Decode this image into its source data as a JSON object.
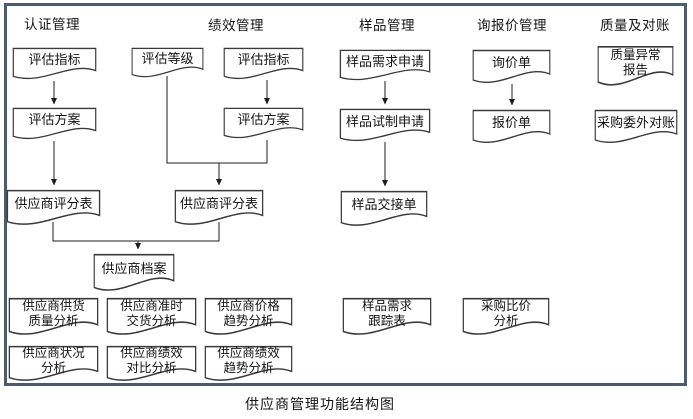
{
  "title": {
    "caption": "供应商管理功能结构图"
  },
  "headers": {
    "certification": "认证管理",
    "performance": "绩效管理",
    "sample": "样品管理",
    "inquiry": "询报价管理",
    "quality": "质量及对账"
  },
  "nodes": {
    "cert_eval_index": {
      "label": "评估指标"
    },
    "cert_eval_plan": {
      "label": "评估方案"
    },
    "cert_score_sheet": {
      "label": "供应商评分表"
    },
    "perf_eval_grade": {
      "label": "评估等级"
    },
    "perf_eval_index": {
      "label": "评估指标"
    },
    "perf_eval_plan": {
      "label": "评估方案"
    },
    "perf_score_sheet": {
      "label": "供应商评分表"
    },
    "supplier_archive": {
      "label": "供应商档案"
    },
    "sample_demand_request": {
      "label": "样品需求申请"
    },
    "sample_trial_request": {
      "label": "样品试制申请"
    },
    "sample_handover": {
      "label": "样品交接单"
    },
    "inquiry_sheet": {
      "label": "询价单"
    },
    "quote_sheet": {
      "label": "报价单"
    },
    "quality_abnormal_report": {
      "line1": "质量异常",
      "line2": "报告"
    },
    "purchase_outsource_recon": {
      "label": "采购委外对账"
    },
    "supply_quality_analysis": {
      "line1": "供应商供货",
      "line2": "质量分析"
    },
    "ontime_delivery_analysis": {
      "line1": "供应商准时",
      "line2": "交货分析"
    },
    "price_trend_analysis": {
      "line1": "供应商价格",
      "line2": "趋势分析"
    },
    "sample_demand_tracking": {
      "line1": "样品需求",
      "line2": "跟踪表"
    },
    "purchase_price_compare": {
      "line1": "采购比价",
      "line2": "分析"
    },
    "supplier_status_analysis": {
      "line1": "供应商状况",
      "line2": "分析"
    },
    "perf_compare_analysis": {
      "line1": "供应商绩效",
      "line2": "对比分析"
    },
    "perf_trend_analysis": {
      "line1": "供应商绩效",
      "line2": "趋势分析"
    }
  },
  "colors": {
    "frame_border": "#4a5c6d",
    "shape_stroke": "#3a3a3a",
    "connector": "#1d1d1d",
    "text": "#141414",
    "background": "#ffffff"
  }
}
